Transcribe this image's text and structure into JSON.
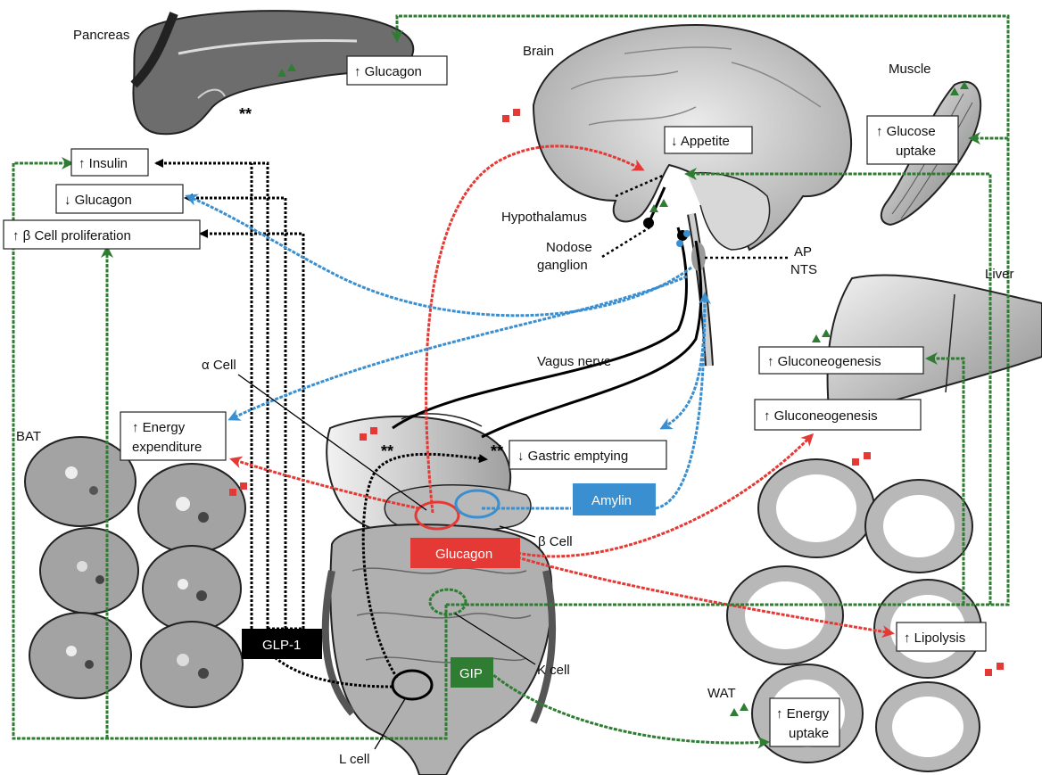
{
  "organs": {
    "pancreas": "Pancreas",
    "brain": "Brain",
    "muscle": "Muscle",
    "liver": "Liver",
    "bat": "BAT",
    "wat": "WAT"
  },
  "anatomy": {
    "hypothalamus": "Hypothalamus",
    "nodose_line1": "Nodose",
    "nodose_line2": "ganglion",
    "ap": "AP",
    "nts": "NTS",
    "vagus": "Vagus nerve",
    "alpha_cell": "α Cell",
    "beta_cell": "β Cell",
    "k_cell": "K cell",
    "l_cell": "L cell"
  },
  "effects": {
    "glucagon_top": "↑ Glucagon",
    "insulin": "↑ Insulin",
    "glucagon_down": "↓ Glucagon",
    "beta_prolif": "↑ β Cell proliferation",
    "appetite": "↓ Appetite",
    "glucose_uptake_1": "↑ Glucose",
    "glucose_uptake_2": "uptake",
    "gluconeo_1": "↑ Gluconeogenesis",
    "gluconeo_2": "↑ Gluconeogenesis",
    "energy_exp_1": "↑ Energy",
    "energy_exp_2": "expenditure",
    "gastric": "↓ Gastric emptying",
    "lipolysis": "↑ Lipolysis",
    "energy_up_1": "↑ Energy",
    "energy_up_2": "uptake"
  },
  "hormones": {
    "glp1": "GLP-1",
    "gip": "GIP",
    "glucagon": "Glucagon",
    "amylin": "Amylin"
  },
  "marks": {
    "stars": "**"
  },
  "colors": {
    "glp1": "#000000",
    "gip": "#2e7d32",
    "glucagon": "#e53935",
    "amylin": "#3a8fd1",
    "marker_red": "#e53935",
    "marker_green": "#2e7d32"
  }
}
